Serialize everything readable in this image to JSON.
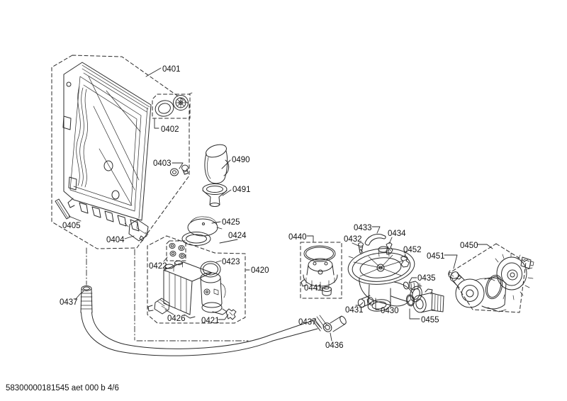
{
  "page": {
    "footer_code": "58300000181545 aet 000 b 4/6",
    "background_color": "#ffffff",
    "line_color": "#2b2b2b",
    "label_color": "#111111"
  },
  "parts": {
    "0401": "0401",
    "0402": "0402",
    "0403": "0403",
    "0404": "0404",
    "0405": "0405",
    "0420": "0420",
    "0421": "0421",
    "0422": "0422",
    "0423": "0423",
    "0424": "0424",
    "0425": "0425",
    "0426": "0426",
    "0430": "0430",
    "0431": "0431",
    "0432": "0432",
    "0433": "0433",
    "0434": "0434",
    "0435": "0435",
    "0436": "0436",
    "0437a": "0437",
    "0437b": "0437",
    "0440": "0440",
    "0441": "0441",
    "0450": "0450",
    "0451": "0451",
    "0452": "0452",
    "0455": "0455",
    "0490": "0490",
    "0491": "0491"
  }
}
